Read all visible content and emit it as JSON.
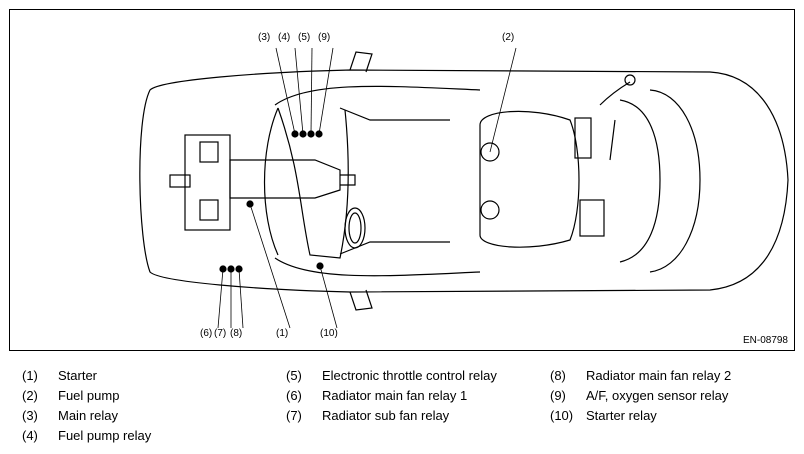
{
  "figure": {
    "code": "EN-08798",
    "callouts": [
      "(1)",
      "(2)",
      "(3)",
      "(4)",
      "(5)",
      "(6)",
      "(7)",
      "(8)",
      "(9)",
      "(10)"
    ]
  },
  "legend": [
    {
      "num": "(1)",
      "text": "Starter"
    },
    {
      "num": "(2)",
      "text": "Fuel pump"
    },
    {
      "num": "(3)",
      "text": "Main relay"
    },
    {
      "num": "(4)",
      "text": "Fuel pump relay"
    },
    {
      "num": "(5)",
      "text": "Electronic throttle control relay"
    },
    {
      "num": "(6)",
      "text": "Radiator main fan relay 1"
    },
    {
      "num": "(7)",
      "text": "Radiator sub fan relay"
    },
    {
      "num": "(8)",
      "text": "Radiator main fan relay 2"
    },
    {
      "num": "(9)",
      "text": "A/F, oxygen sensor relay"
    },
    {
      "num": "(10)",
      "text": "Starter relay"
    }
  ]
}
